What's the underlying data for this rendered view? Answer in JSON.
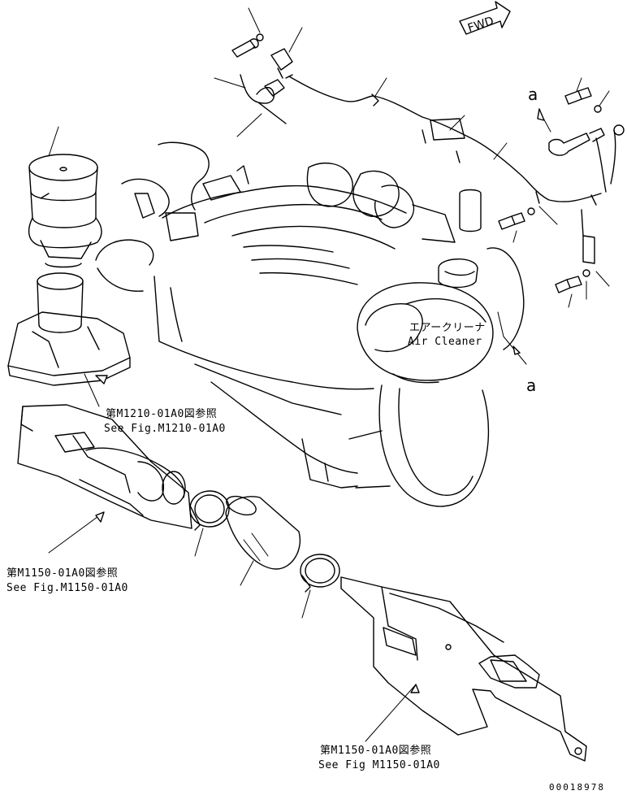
{
  "labels": {
    "air_cleaner_jp": "エアークリーナ",
    "air_cleaner_en": "Air Cleaner",
    "ref1_jp": "第M1210-01A0図参照",
    "ref1_en": "See Fig.M1210-01A0",
    "ref2_jp": "第M1150-01A0図参照",
    "ref2_en": "See Fig.M1150-01A0",
    "ref3_jp": "第M1150-01A0図参照",
    "ref3_en": "See Fig M1150-01A0",
    "mark_a_top": "a",
    "mark_a_right": "a",
    "fwd": "FWD"
  },
  "drawing_code": "00018978"
}
